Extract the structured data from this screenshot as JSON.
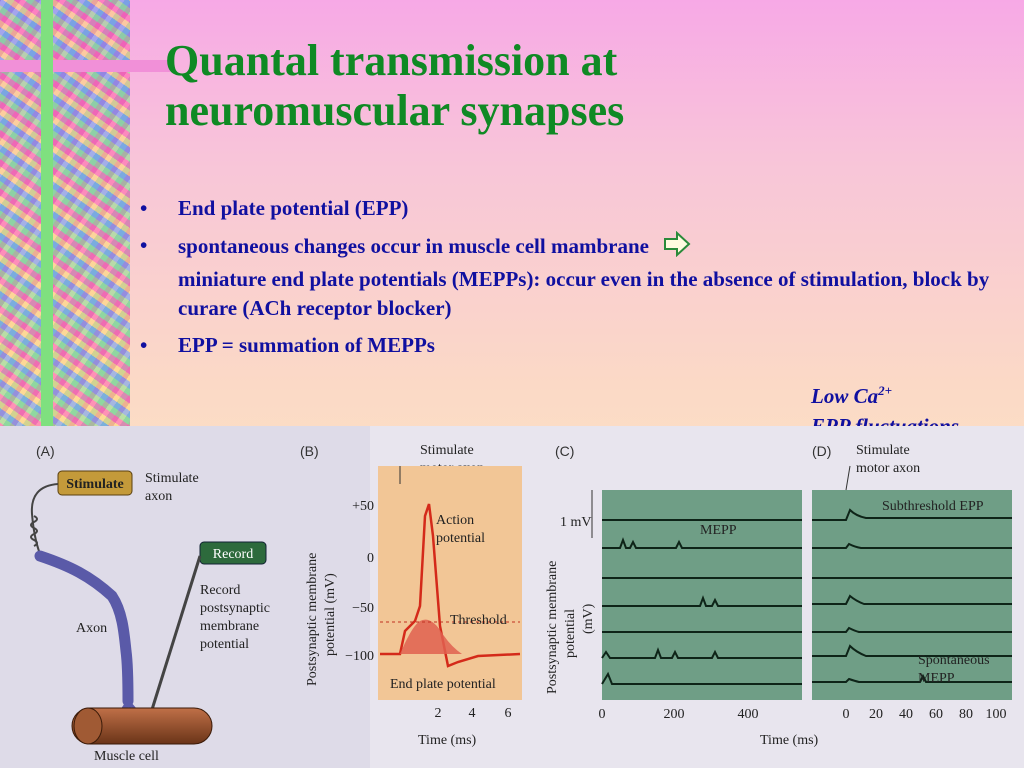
{
  "title": "Quantal transmission at neuromuscular synapses",
  "bullets": [
    {
      "text": "End plate potential (EPP)"
    },
    {
      "text": "spontaneous changes occur in muscle cell mambrane"
    },
    {
      "text": "miniature end plate potentials (MEPPs): occur even in the absence of stimulation, block by curare (ACh receptor blocker)"
    },
    {
      "text": "EPP = summation of MEPPs"
    }
  ],
  "bullet_symbol": "•",
  "note": {
    "line1": "Low Ca",
    "line1_sup": "2+",
    "line2": "EPP fluctuations"
  },
  "figure": {
    "panel_a": {
      "letter": "(A)",
      "stimulate_box": "Stimulate",
      "stimulate_axon_1": "Stimulate",
      "stimulate_axon_2": "axon",
      "record_box": "Record",
      "record_1": "Record",
      "record_2": "postsynaptic",
      "record_3": "membrane",
      "record_4": "potential",
      "axon": "Axon",
      "muscle_cell": "Muscle cell"
    },
    "panel_b": {
      "letter": "(B)",
      "stim_1": "Stimulate",
      "stim_2": "motor axon",
      "ylabel_1": "Postsynaptic membrane",
      "ylabel_2": "potential (mV)",
      "yticks": [
        "+50",
        "0",
        "−50",
        "−100"
      ],
      "action_1": "Action",
      "action_2": "potential",
      "threshold": "Threshold",
      "epp": "End plate potential",
      "xticks": [
        "2",
        "4",
        "6"
      ],
      "xlabel": "Time (ms)"
    },
    "panel_c": {
      "letter": "(C)",
      "scale": "1 mV",
      "mepp": "MEPP",
      "ylabel_1": "Postsynaptic membrane",
      "ylabel_2": "potential",
      "ylabel_3": "(mV)",
      "xticks": [
        "0",
        "200",
        "400"
      ]
    },
    "panel_d": {
      "letter": "(D)",
      "stim_1": "Stimulate",
      "stim_2": "motor axon",
      "sub_epp": "Subthreshold EPP",
      "spont_1": "Spontaneous",
      "spont_2": "MEPP",
      "xticks": [
        "0",
        "20",
        "40",
        "60",
        "80",
        "100"
      ],
      "xlabel": "Time (ms)"
    }
  },
  "colors": {
    "title": "#0f8a24",
    "text": "#1010a0",
    "trace_bg": "#6f9e86",
    "epp_fill": "#e06050",
    "action_trace": "#d42a1a"
  }
}
